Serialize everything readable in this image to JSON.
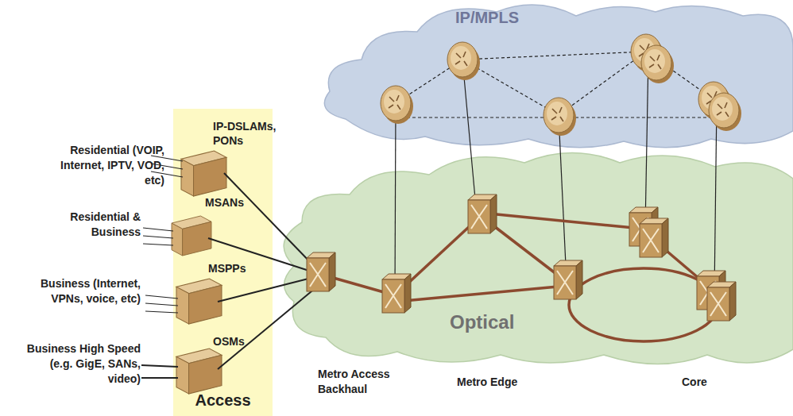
{
  "diagram": {
    "nodes": [
      {
        "text": [
          "Access"
        ]
      },
      {
        "text": [
          "IP-DSLAMs, PONs"
        ],
        "in": 0
      },
      {
        "text": [
          "MSANs"
        ],
        "in": 0
      },
      {
        "text": [
          "MSPPs"
        ],
        "in": 0
      },
      {
        "text": [
          "OSMs"
        ],
        "in": 0
      },
      {
        "text": [
          "IP/MPLS"
        ]
      },
      {
        "text": [
          "Optical"
        ]
      }
    ],
    "labels": [
      "Residential (VOIP, Internet, IPTV, VOD, etc)",
      "Residential & Business",
      "Business (Internet, VPNs, voice, etc)",
      "Business High Speed (e.g. GigE, SANs, video)",
      "Metro Access Backhaul",
      "Metro Edge",
      "Core"
    ]
  }
}
